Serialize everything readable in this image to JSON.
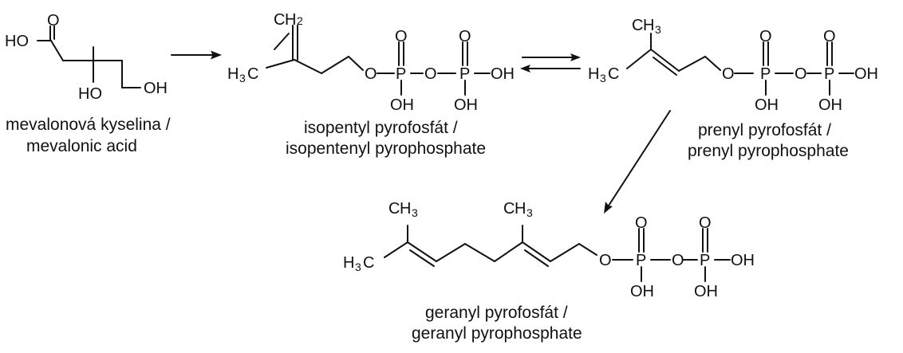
{
  "atoms": {
    "O": "O",
    "HO": "HO",
    "OH": "OH",
    "P": "P",
    "C": "C",
    "H": "H",
    "digit2": "2",
    "digit3": "3"
  },
  "compounds": [
    {
      "id": "mevalonic",
      "caption_line1": "mevalonová kyselina /",
      "caption_line2": "mevalonic acid"
    },
    {
      "id": "isopentenyl",
      "caption_line1": "isopentyl pyrofosfát /",
      "caption_line2": "isopentenyl pyrophosphate"
    },
    {
      "id": "prenyl",
      "caption_line1": "prenyl pyrofosfát /",
      "caption_line2": "prenyl pyrophosphate"
    },
    {
      "id": "geranyl",
      "caption_line1": "geranyl pyrofosfát /",
      "caption_line2": "geranyl pyrophosphate"
    }
  ]
}
